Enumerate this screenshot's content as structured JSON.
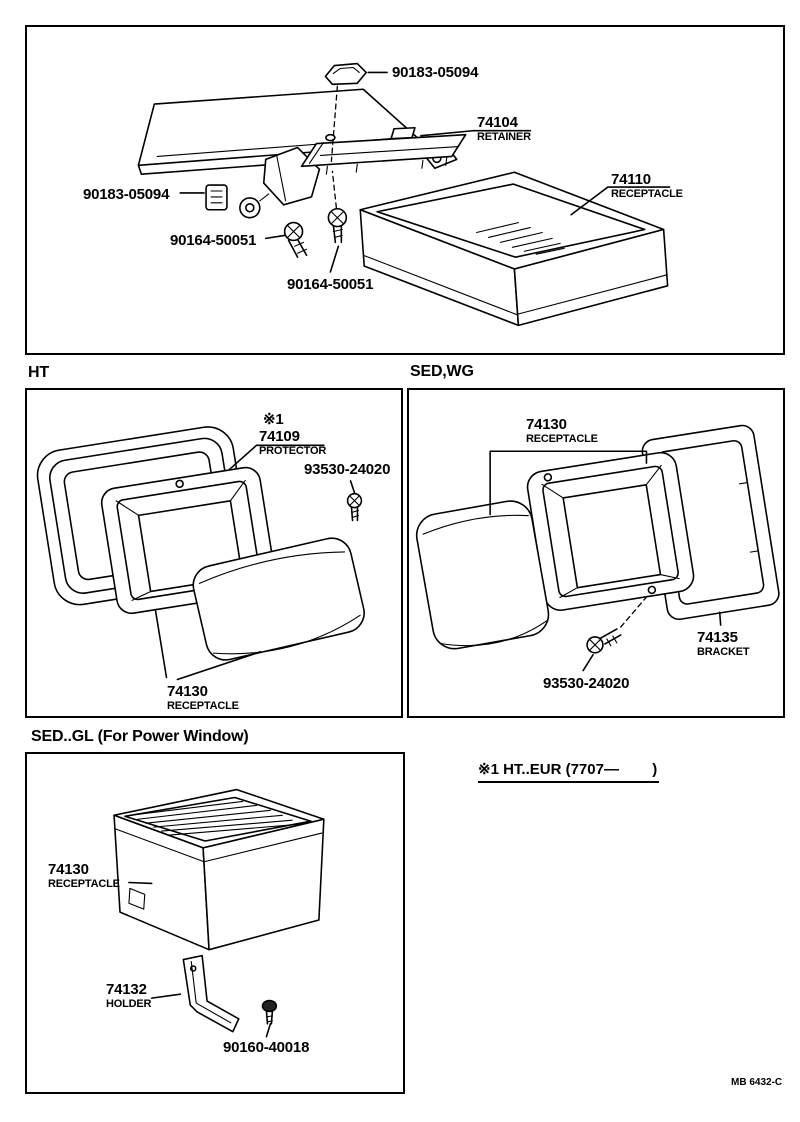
{
  "titles": {
    "ht": "HT",
    "sedwg": "SED,WG",
    "sedgl": "SED..GL (For Power Window)"
  },
  "note": {
    "text": "※1 HT..EUR (7707—        )"
  },
  "footer": {
    "code": "MB 6432-C"
  },
  "main": {
    "clip_top_label": "90183-05094",
    "retainer": {
      "num": "74104",
      "name": "RETAINER"
    },
    "receptacle": {
      "num": "74110",
      "name": "RECEPTACLE"
    },
    "clip_left_label": "90183-05094",
    "screw_front_label": "90164-50051",
    "screw_rear_label": "90164-50051"
  },
  "ht": {
    "ref_mark": "※1",
    "protector": {
      "num": "74109",
      "name": "PROTECTOR"
    },
    "screw_label": "93530-24020",
    "receptacle": {
      "num": "74130",
      "name": "RECEPTACLE"
    }
  },
  "sedwg": {
    "receptacle": {
      "num": "74130",
      "name": "RECEPTACLE"
    },
    "bracket": {
      "num": "74135",
      "name": "BRACKET"
    },
    "screw_label": "93530-24020"
  },
  "sedgl": {
    "receptacle": {
      "num": "74130",
      "name": "RECEPTACLE"
    },
    "holder": {
      "num": "74132",
      "name": "HOLDER"
    },
    "screw_label": "90160-40018"
  }
}
